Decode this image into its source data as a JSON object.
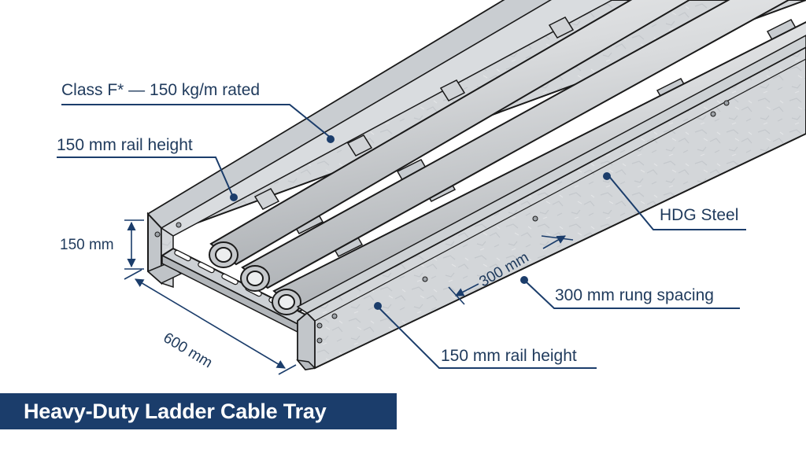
{
  "title": "Heavy-Duty Ladder Cable Tray",
  "callouts": {
    "load_class": "Class F* — 150 kg/m rated",
    "rail_height_left": "150 mm rail height",
    "material": "HDG Steel",
    "rung_spacing": "300 mm rung spacing",
    "rail_height_bottom": "150 mm rail height"
  },
  "dimensions": {
    "height": "150 mm",
    "width": "600 mm",
    "rung_pitch": "300 mm"
  },
  "colors": {
    "navy": "#1b3d6b",
    "label_text": "#1f3a5c",
    "steel": "#d4d7da",
    "steel_dark": "#b9bdc1",
    "outline": "#1a1a1a"
  }
}
